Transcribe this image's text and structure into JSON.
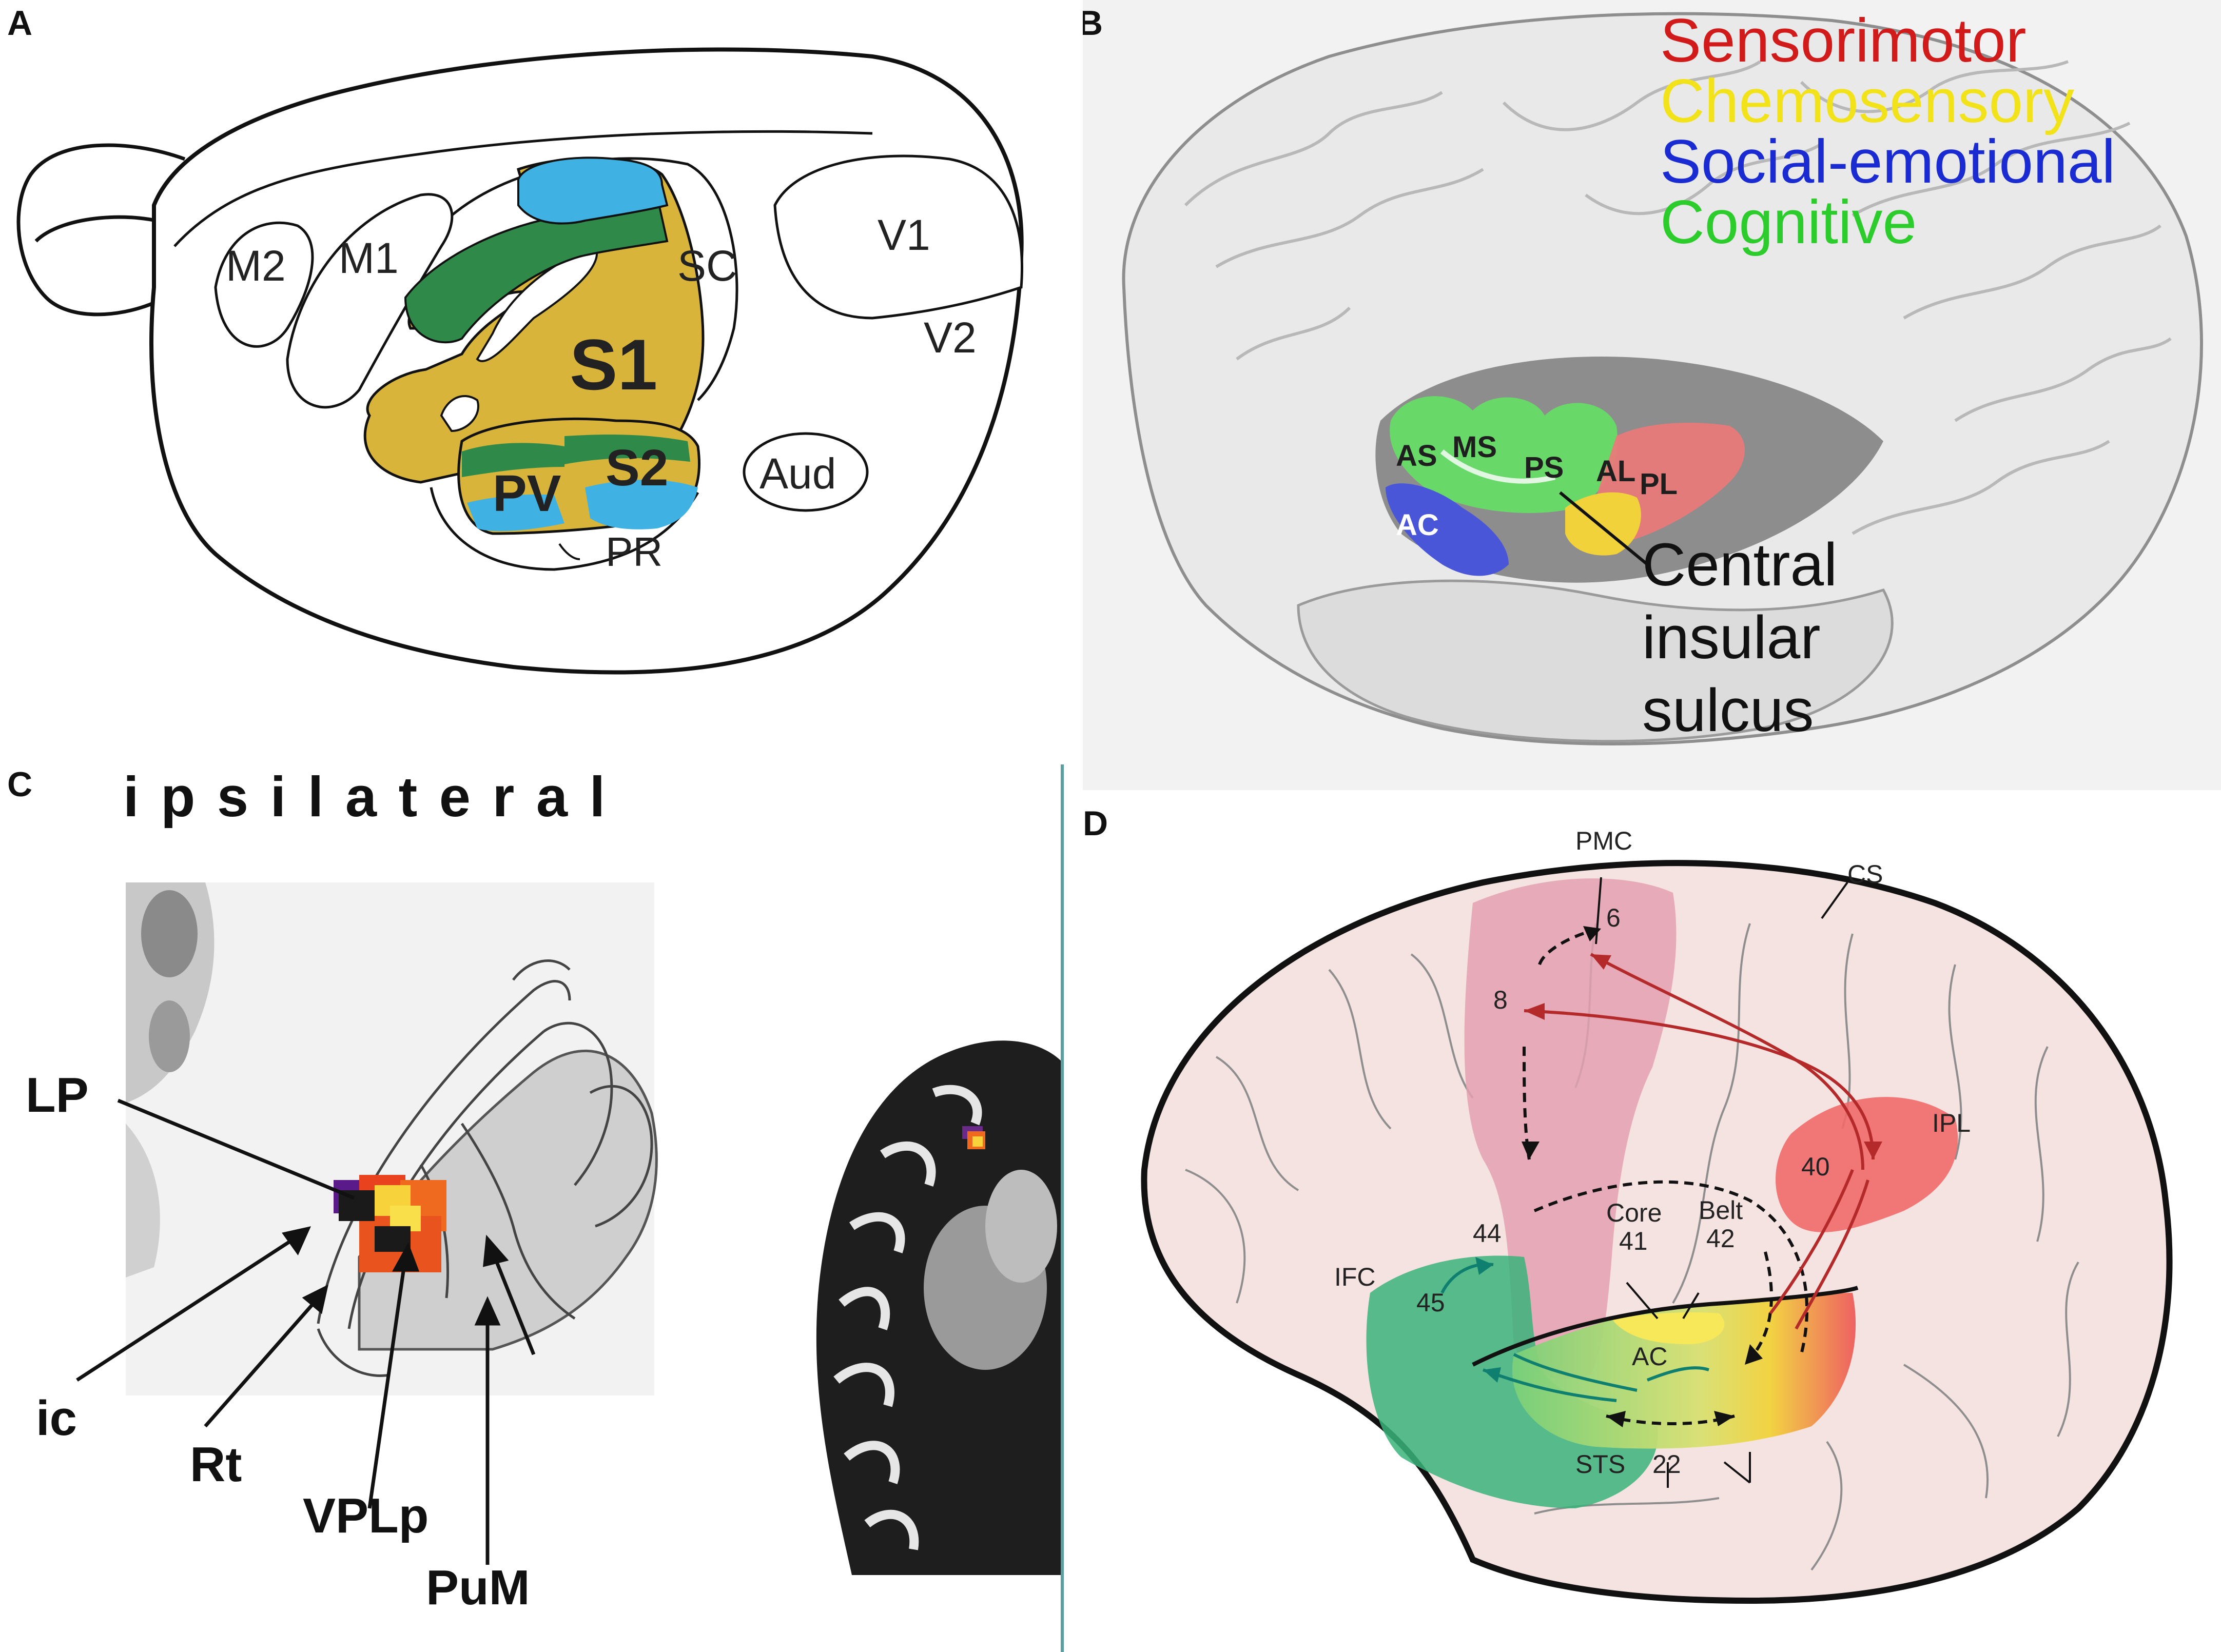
{
  "panels": {
    "A": {
      "label": "A",
      "regions": {
        "m2": "M2",
        "m1": "M1",
        "sc": "SC",
        "s1": "S1",
        "s2": "S2",
        "pv": "PV",
        "pr": "PR",
        "aud": "Aud",
        "v1": "V1",
        "v2": "V2"
      }
    },
    "B": {
      "label": "B",
      "legend": [
        {
          "text": "Sensorimotor",
          "color": "#d11a1a"
        },
        {
          "text": "Chemosensory",
          "color": "#f2e21a"
        },
        {
          "text": "Social-emotional",
          "color": "#1a2bd1"
        },
        {
          "text": "Cognitive",
          "color": "#2ccc2c"
        }
      ],
      "regions": {
        "as": "AS",
        "ms": "MS",
        "ps": "PS",
        "al": "AL",
        "pl": "PL",
        "ac": "AC"
      },
      "annotation": {
        "line1": "Central",
        "line2": "insular",
        "line3": "sulcus"
      }
    },
    "C": {
      "label": "C",
      "title": "i p s i l a t e r a l",
      "labels": {
        "lp": "LP",
        "ic": "ic",
        "rt": "Rt",
        "vplp": "VPLp",
        "pum": "PuM"
      }
    },
    "D": {
      "label": "D",
      "labels": {
        "pmc": "PMC",
        "cs": "CS",
        "a6": "6",
        "a8": "8",
        "ipl": "IPL",
        "a40": "40",
        "core": "Core",
        "a41": "41",
        "belt": "Belt",
        "a42": "42",
        "a44": "44",
        "ifc": "IFC",
        "a45": "45",
        "ac": "AC",
        "sts": "STS",
        "a22": "22"
      }
    }
  }
}
